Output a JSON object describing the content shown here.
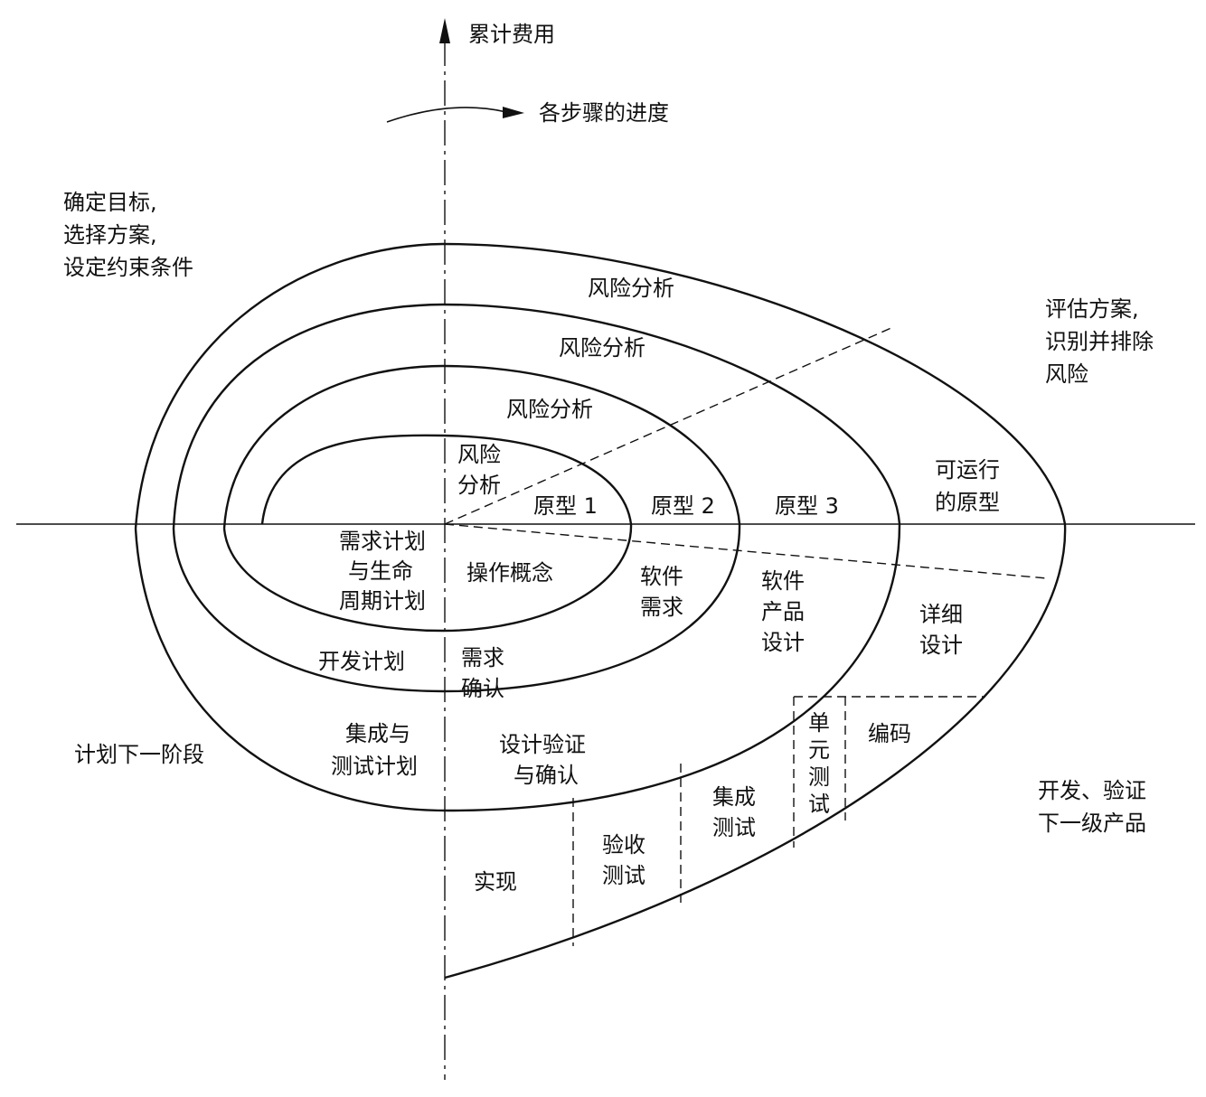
{
  "axis": {
    "y_label": "累计费用",
    "progress_label": "各步骤的进度"
  },
  "quadrants": {
    "top_left": [
      "确定目标,",
      "选择方案,",
      "设定约束条件"
    ],
    "top_right": [
      "评估方案,",
      "识别并排除",
      "风险"
    ],
    "bottom_left": [
      "计划下一阶段"
    ],
    "bottom_right": [
      "开发、验证",
      "下一级产品"
    ]
  },
  "risk_analysis": {
    "outer": "风险分析",
    "second": "风险分析",
    "third": "风险分析",
    "inner": [
      "风险",
      "分析"
    ]
  },
  "prototypes": {
    "p1": "原型 1",
    "p2": "原型 2",
    "p3": "原型 3",
    "operational": [
      "可运行",
      "的原型"
    ]
  },
  "planning": {
    "requirements_plan": [
      "需求计划",
      "与生命",
      "周期计划"
    ],
    "development_plan": "开发计划",
    "integration_plan": [
      "集成与",
      "测试计划"
    ]
  },
  "development": {
    "concept": "操作概念",
    "software_requirements": [
      "软件",
      "需求"
    ],
    "requirements_validation": [
      "需求",
      "确认"
    ],
    "product_design": [
      "软件",
      "产品",
      "设计"
    ],
    "design_validation": [
      "设计验证",
      "与确认"
    ],
    "detailed_design": [
      "详细",
      "设计"
    ],
    "coding": "编码",
    "unit_test": [
      "单",
      "元",
      "测",
      "试"
    ],
    "integration_test": [
      "集成",
      "测试"
    ],
    "acceptance_test": [
      "验收",
      "测试"
    ],
    "implementation": "实现"
  }
}
